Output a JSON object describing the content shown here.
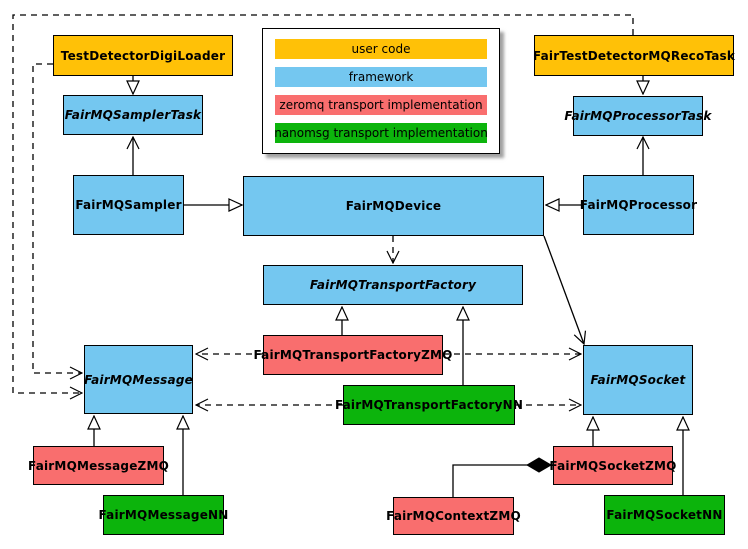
{
  "diagram": {
    "kind": "UML class diagram",
    "subject": "FairMQ framework class hierarchy"
  },
  "palette": {
    "user_code": "#FFC107",
    "framework": "#74C7F0",
    "zeromq": "#F96E6E",
    "nanomsg": "#0CB40C",
    "line": "#000000",
    "background": "#FFFFFF"
  },
  "legend": {
    "items": [
      {
        "label": "user code",
        "color": "user_code"
      },
      {
        "label": "framework",
        "color": "framework"
      },
      {
        "label": "zeromq transport implementation",
        "color": "zeromq"
      },
      {
        "label": "nanomsg transport implementation",
        "color": "nanomsg"
      }
    ]
  },
  "nodes": {
    "digi_loader": {
      "label": "TestDetectorDigiLoader",
      "color": "user_code",
      "abstract": false
    },
    "reco_task": {
      "label": "FairTestDetectorMQRecoTask",
      "color": "user_code",
      "abstract": false
    },
    "sampler_task": {
      "label": "FairMQSamplerTask",
      "color": "framework",
      "abstract": true
    },
    "processor_task": {
      "label": "FairMQProcessorTask",
      "color": "framework",
      "abstract": true
    },
    "sampler": {
      "label": "FairMQSampler",
      "color": "framework",
      "abstract": false
    },
    "device": {
      "label": "FairMQDevice",
      "color": "framework",
      "abstract": false
    },
    "processor": {
      "label": "FairMQProcessor",
      "color": "framework",
      "abstract": false
    },
    "transport_factory": {
      "label": "FairMQTransportFactory",
      "color": "framework",
      "abstract": true
    },
    "transport_factory_zmq": {
      "label": "FairMQTransportFactoryZMQ",
      "color": "zeromq",
      "abstract": false
    },
    "transport_factory_nn": {
      "label": "FairMQTransportFactoryNN",
      "color": "nanomsg",
      "abstract": false
    },
    "message": {
      "label": "FairMQMessage",
      "color": "framework",
      "abstract": true
    },
    "socket": {
      "label": "FairMQSocket",
      "color": "framework",
      "abstract": true
    },
    "message_zmq": {
      "label": "FairMQMessageZMQ",
      "color": "zeromq",
      "abstract": false
    },
    "message_nn": {
      "label": "FairMQMessageNN",
      "color": "nanomsg",
      "abstract": false
    },
    "socket_zmq": {
      "label": "FairMQSocketZMQ",
      "color": "zeromq",
      "abstract": false
    },
    "socket_nn": {
      "label": "FairMQSocketNN",
      "color": "nanomsg",
      "abstract": false
    },
    "context_zmq": {
      "label": "FairMQContextZMQ",
      "color": "zeromq",
      "abstract": false
    }
  },
  "edges": [
    {
      "from": "TestDetectorDigiLoader",
      "to": "FairMQSamplerTask",
      "type": "generalization"
    },
    {
      "from": "FairTestDetectorMQRecoTask",
      "to": "FairMQProcessorTask",
      "type": "generalization"
    },
    {
      "from": "FairMQSampler",
      "to": "FairMQSamplerTask",
      "type": "arrow"
    },
    {
      "from": "FairMQProcessor",
      "to": "FairMQProcessorTask",
      "type": "arrow"
    },
    {
      "from": "FairMQSampler",
      "to": "FairMQDevice",
      "type": "generalization"
    },
    {
      "from": "FairMQProcessor",
      "to": "FairMQDevice",
      "type": "generalization"
    },
    {
      "from": "FairMQDevice",
      "to": "FairMQTransportFactory",
      "type": "dashed-arrow"
    },
    {
      "from": "FairMQDevice",
      "to": "FairMQSocket",
      "type": "arrow"
    },
    {
      "from": "FairMQTransportFactoryZMQ",
      "to": "FairMQTransportFactory",
      "type": "generalization"
    },
    {
      "from": "FairMQTransportFactoryNN",
      "to": "FairMQTransportFactory",
      "type": "generalization"
    },
    {
      "from": "FairMQTransportFactoryZMQ",
      "to": "FairMQMessage",
      "type": "dashed-arrow"
    },
    {
      "from": "FairMQTransportFactoryZMQ",
      "to": "FairMQSocket",
      "type": "dashed-arrow"
    },
    {
      "from": "FairMQTransportFactoryNN",
      "to": "FairMQMessage",
      "type": "dashed-arrow"
    },
    {
      "from": "FairMQTransportFactoryNN",
      "to": "FairMQSocket",
      "type": "dashed-arrow"
    },
    {
      "from": "TestDetectorDigiLoader",
      "to": "FairMQMessage",
      "type": "dashed-arrow"
    },
    {
      "from": "FairTestDetectorMQRecoTask",
      "to": "FairMQMessage",
      "type": "dashed-arrow"
    },
    {
      "from": "FairMQMessageZMQ",
      "to": "FairMQMessage",
      "type": "generalization"
    },
    {
      "from": "FairMQMessageNN",
      "to": "FairMQMessage",
      "type": "generalization"
    },
    {
      "from": "FairMQSocketZMQ",
      "to": "FairMQSocket",
      "type": "generalization"
    },
    {
      "from": "FairMQSocketNN",
      "to": "FairMQSocket",
      "type": "generalization"
    },
    {
      "from": "FairMQContextZMQ",
      "to": "FairMQSocketZMQ",
      "type": "composition"
    }
  ]
}
